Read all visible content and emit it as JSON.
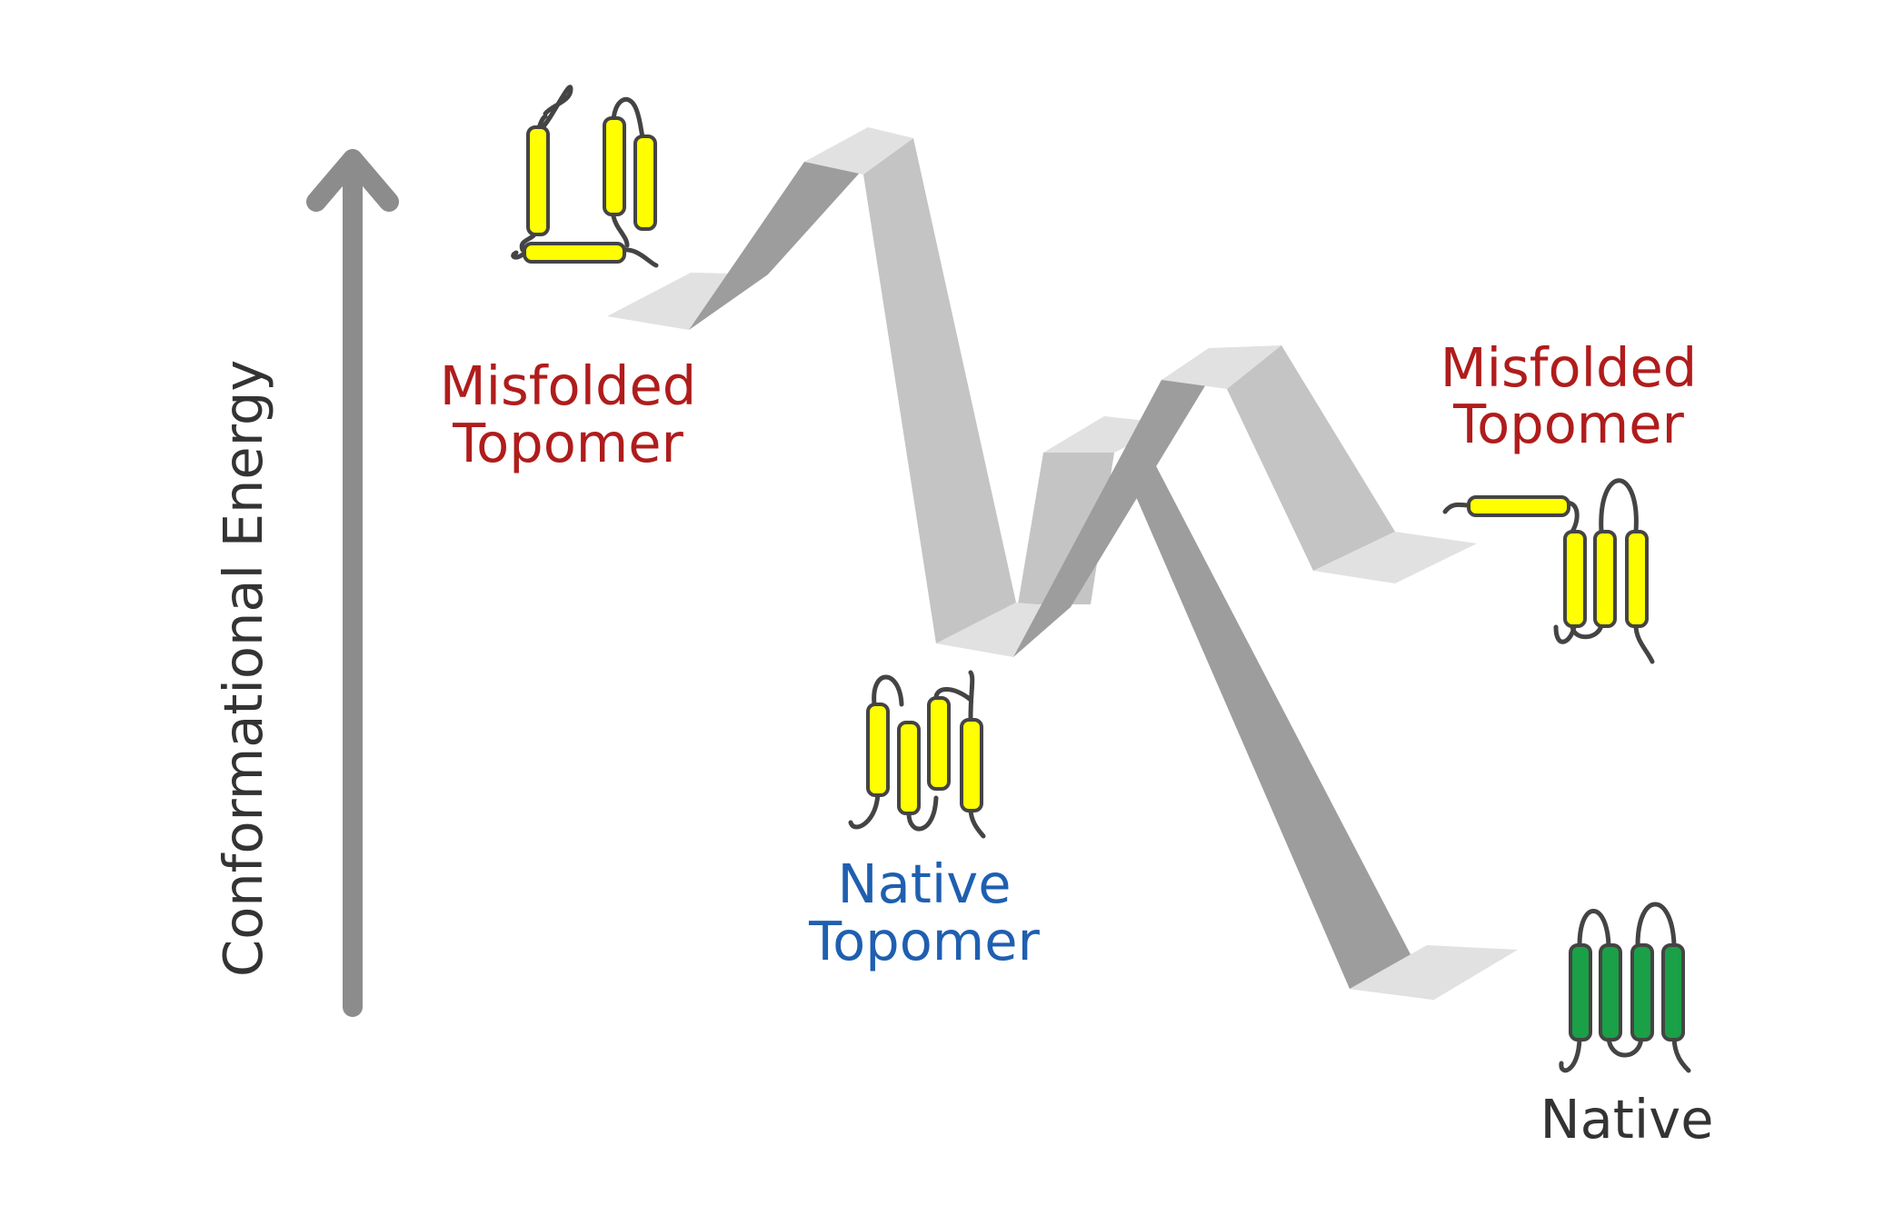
{
  "axis_label": "Conformational Energy",
  "labels": {
    "misfolded_left": {
      "line1": "Misfolded",
      "line2": "Topomer"
    },
    "misfolded_right": {
      "line1": "Misfolded",
      "line2": "Topomer"
    },
    "native_topomer": {
      "line1": "Native",
      "line2": "Topomer"
    },
    "native": "Native"
  },
  "colors": {
    "misfolded_text": "#b01c1c",
    "native_topomer_text": "#1f5fb0",
    "native_text": "#333333",
    "axis_arrow": "#8c8c8c",
    "ribbon_top": "#e1e1e1",
    "ribbon_face": "#c4c4c4",
    "ribbon_dark": "#9d9d9d",
    "helix_yellow": "#ffff00",
    "helix_green": "#1aa046",
    "loop": "#444444"
  }
}
